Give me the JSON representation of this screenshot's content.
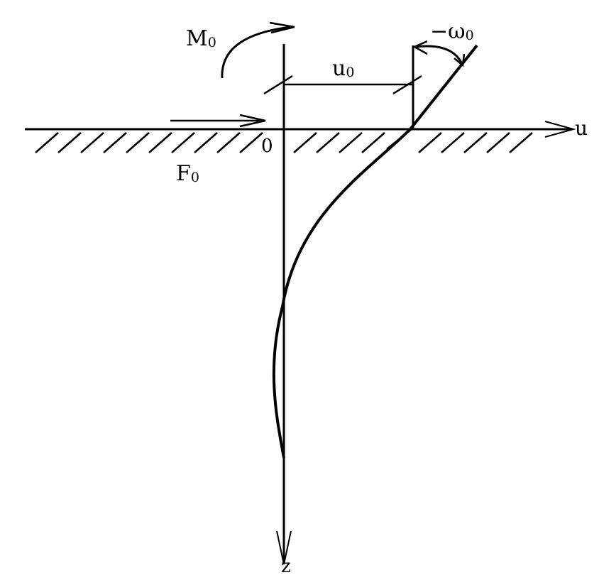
{
  "diagram": {
    "labels": {
      "moment": {
        "main": "M",
        "sub": "0"
      },
      "displacement": {
        "main": "u",
        "sub": "0"
      },
      "rotation": {
        "main": "−ω",
        "sub": "0"
      },
      "force": {
        "main": "F",
        "sub": "0"
      },
      "origin": "0",
      "u_axis": "u",
      "z_axis": "z"
    }
  }
}
